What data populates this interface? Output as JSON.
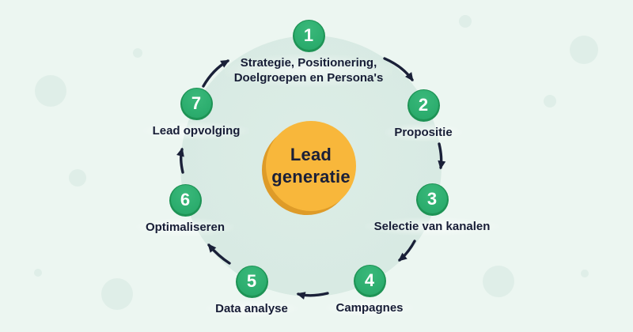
{
  "diagram": {
    "title": "Lead generatie",
    "type": "cycle",
    "center": {
      "lines": [
        "Lead",
        "generatie"
      ]
    },
    "steps": [
      {
        "number": "1",
        "lines": [
          "Strategie, Positionering,",
          "Doelgroepen en Persona's"
        ]
      },
      {
        "number": "2",
        "lines": [
          "Propositie"
        ]
      },
      {
        "number": "3",
        "lines": [
          "Selectie van kanalen"
        ]
      },
      {
        "number": "4",
        "lines": [
          "Campagnes"
        ]
      },
      {
        "number": "5",
        "lines": [
          "Data analyse"
        ]
      },
      {
        "number": "6",
        "lines": [
          "Optimaliseren"
        ]
      },
      {
        "number": "7",
        "lines": [
          "Lead opvolging"
        ]
      }
    ],
    "flow_order": [
      "1",
      "2",
      "3",
      "4",
      "5",
      "6",
      "7",
      "1"
    ],
    "colors": {
      "background": "#ecf6f1",
      "decor_bubble": "#dfeee8",
      "ring_circle": "#d8eae3",
      "step_green": "#2dae6f",
      "step_green_rim": "#1e9355",
      "step_number_text": "#ffffff",
      "center_orange": "#f8b73b",
      "center_orange_shadow": "#de9b28",
      "label_text": "#171d36",
      "arrow": "#1a2038"
    }
  }
}
